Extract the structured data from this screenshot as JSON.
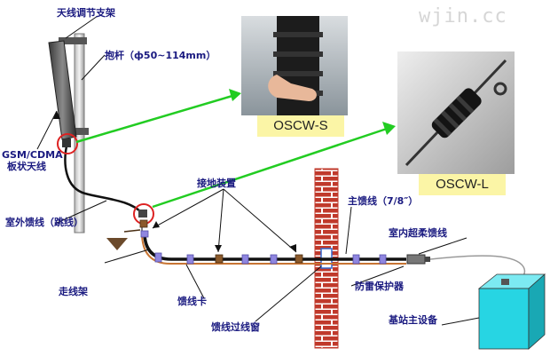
{
  "watermark": "wjin.cc",
  "labels": {
    "antenna_bracket": "天线调节支架",
    "pole": "抱杆（ф50~114mm）",
    "panel_antenna_line1": "GSM/CDMA",
    "panel_antenna_line2": "板状天线",
    "grounding_device": "接地装置",
    "main_feeder": "主馈线（7/8″）",
    "indoor_jumper": "室内超柔馈线",
    "outdoor_jumper": "室外馈线（跳线）",
    "cable_tray": "走线架",
    "feeder_clamp": "馈线卡",
    "lightning_protector": "防雷保护器",
    "feeder_window": "馈线过线窗",
    "bts_equipment": "基站主设备"
  },
  "photos": {
    "top": {
      "caption": "OSCW-S"
    },
    "bottom": {
      "caption": "OSCW-L"
    }
  },
  "colors": {
    "label_text": "#1a1a80",
    "pointer_arrow": "#22cc22",
    "highlight_circle": "#dd2222",
    "brick": "#c0392b",
    "feeder_cable": "#111111",
    "cable_tray": "#c87533",
    "equipment_box": "#27d5e3",
    "caption_background": "#fbf5a6"
  }
}
